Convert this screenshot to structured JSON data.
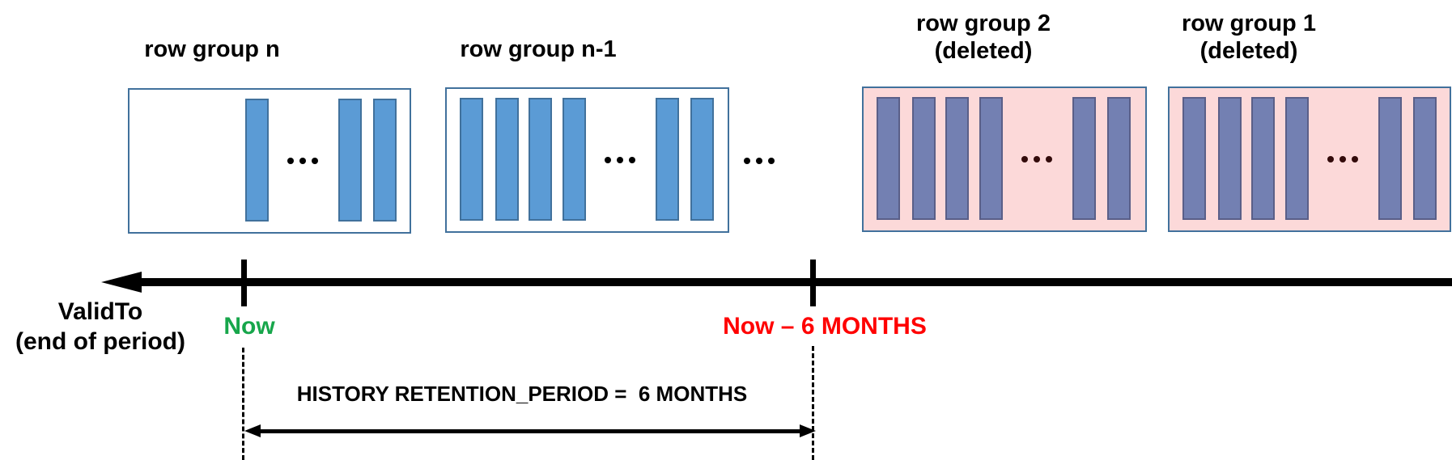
{
  "row_groups": [
    {
      "label": "row group n",
      "sublabel": "",
      "deleted": false
    },
    {
      "label": "row group n-1",
      "sublabel": "",
      "deleted": false
    },
    {
      "label": "row group 2",
      "sublabel": "(deleted)",
      "deleted": true
    },
    {
      "label": "row group 1",
      "sublabel": "(deleted)",
      "deleted": true
    }
  ],
  "timeline": {
    "axis_label_line1": "ValidTo",
    "axis_label_line2": "(end of period)",
    "now_marker": "Now",
    "cutoff_marker": "Now – 6 MONTHS",
    "retention_annotation": "HISTORY RETENTION_PERIOD =  6 MONTHS"
  },
  "colors": {
    "active_bar_fill": "#5B9BD5",
    "box_border": "#41719C",
    "deleted_box_fill": "#FCD9D9",
    "deleted_bar_fill": "#7380B2",
    "deleted_bar_border": "#5A5F88",
    "now_green": "#17A64B",
    "cutoff_red": "#FF0000",
    "axis_color": "#000000"
  }
}
